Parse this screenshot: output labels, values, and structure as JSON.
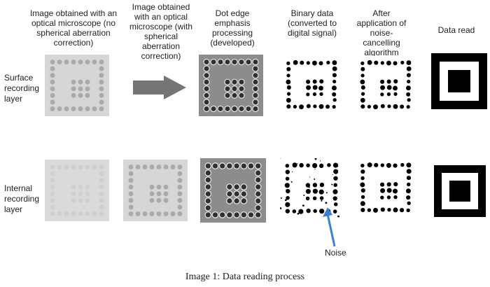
{
  "columns": [
    "Image obtained with an optical microscope (no spherical aberration correction)",
    "Image obtained with an optical microscope (with spherical aberration correction)",
    "Dot edge emphasis processing (developed)",
    "Binary data (converted to digital signal)",
    "After application of noise-cancelling algorithm",
    "Data read"
  ],
  "rows": [
    "Surface recording layer",
    "Internal recording layer"
  ],
  "annotation": "Noise",
  "caption": "Image 1: Data reading process"
}
